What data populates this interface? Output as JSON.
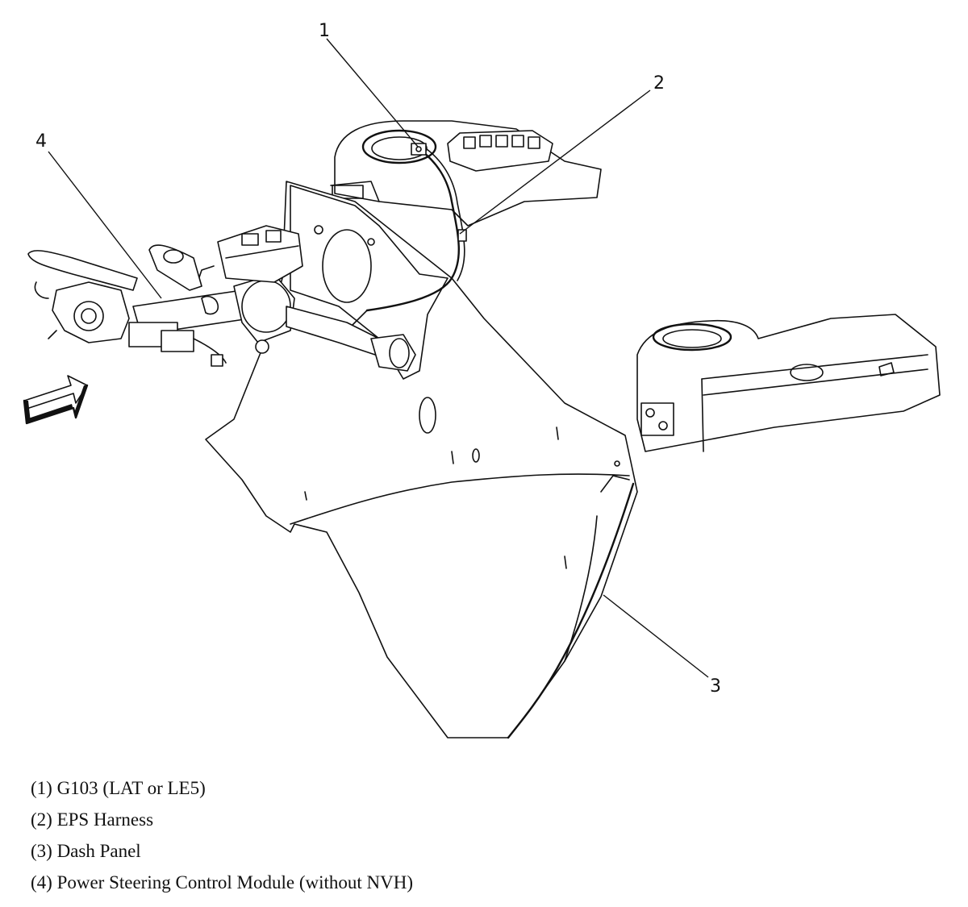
{
  "callouts": [
    {
      "number": "1"
    },
    {
      "number": "2"
    },
    {
      "number": "3"
    },
    {
      "number": "4"
    }
  ],
  "legend": [
    {
      "text": "(1) G103 (LAT or LE5)"
    },
    {
      "text": "(2) EPS Harness"
    },
    {
      "text": "(3) Dash Panel"
    },
    {
      "text": "(4) Power Steering Control Module (without NVH)"
    }
  ],
  "icons": {
    "arrow": "front-direction-arrow-icon"
  },
  "colors": {
    "ink": "#111111",
    "paper": "#ffffff"
  }
}
